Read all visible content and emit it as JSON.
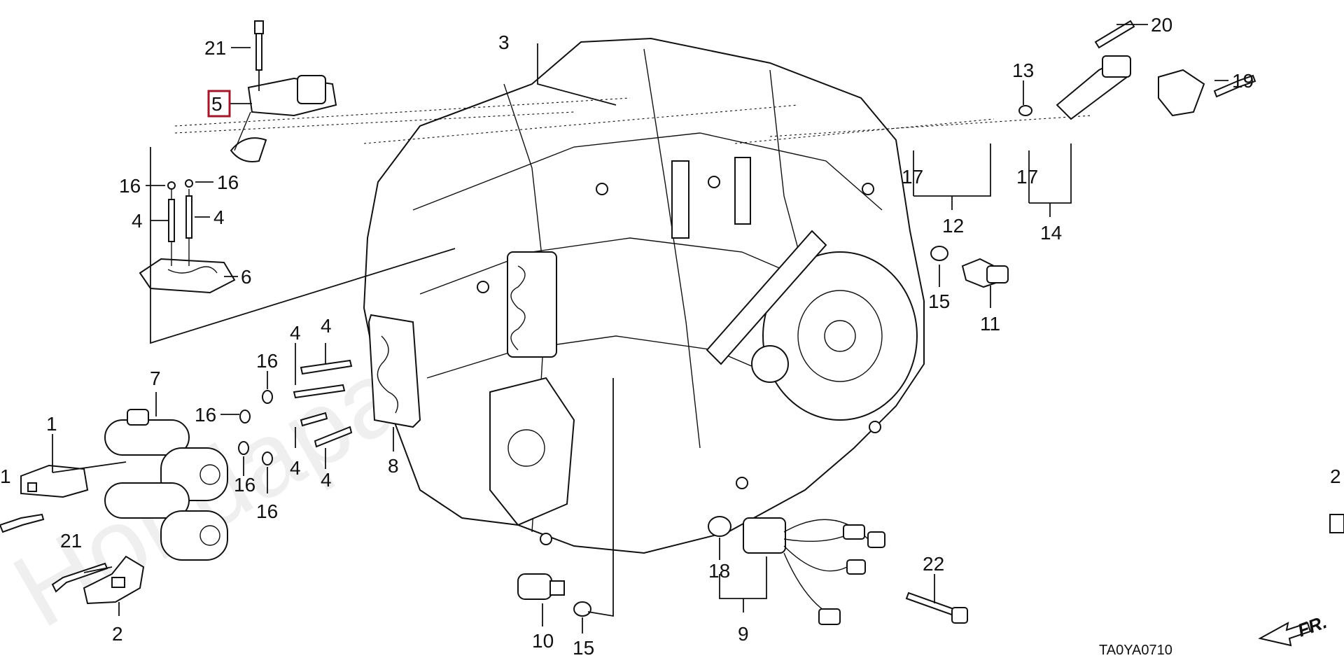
{
  "diagram": {
    "watermark": "Hondapartsonline.ru",
    "diagram_code": "TA0YA0710",
    "direction_label": "FR.",
    "highlighted_part": "5",
    "callouts": [
      {
        "id": "c21a",
        "label": "21"
      },
      {
        "id": "c5",
        "label": "5"
      },
      {
        "id": "c16a",
        "label": "16"
      },
      {
        "id": "c16b",
        "label": "16"
      },
      {
        "id": "c4a",
        "label": "4"
      },
      {
        "id": "c4b",
        "label": "4"
      },
      {
        "id": "c6",
        "label": "6"
      },
      {
        "id": "c3",
        "label": "3"
      },
      {
        "id": "c20",
        "label": "20"
      },
      {
        "id": "c13",
        "label": "13"
      },
      {
        "id": "c19",
        "label": "19"
      },
      {
        "id": "c17a",
        "label": "17"
      },
      {
        "id": "c17b",
        "label": "17"
      },
      {
        "id": "c12",
        "label": "12"
      },
      {
        "id": "c14",
        "label": "14"
      },
      {
        "id": "c15a",
        "label": "15"
      },
      {
        "id": "c11",
        "label": "11"
      },
      {
        "id": "c7",
        "label": "7"
      },
      {
        "id": "c1a",
        "label": "1"
      },
      {
        "id": "c1b",
        "label": "1"
      },
      {
        "id": "c21b",
        "label": "21"
      },
      {
        "id": "c2",
        "label": "2"
      },
      {
        "id": "c16c",
        "label": "16"
      },
      {
        "id": "c16d",
        "label": "16"
      },
      {
        "id": "c16e",
        "label": "16"
      },
      {
        "id": "c16f",
        "label": "16"
      },
      {
        "id": "c4c",
        "label": "4"
      },
      {
        "id": "c4d",
        "label": "4"
      },
      {
        "id": "c4e",
        "label": "4"
      },
      {
        "id": "c4f",
        "label": "4"
      },
      {
        "id": "c8",
        "label": "8"
      },
      {
        "id": "c10",
        "label": "10"
      },
      {
        "id": "c15b",
        "label": "15"
      },
      {
        "id": "c18",
        "label": "18"
      },
      {
        "id": "c9",
        "label": "9"
      },
      {
        "id": "c22",
        "label": "22"
      },
      {
        "id": "c2b",
        "label": "2"
      }
    ]
  }
}
